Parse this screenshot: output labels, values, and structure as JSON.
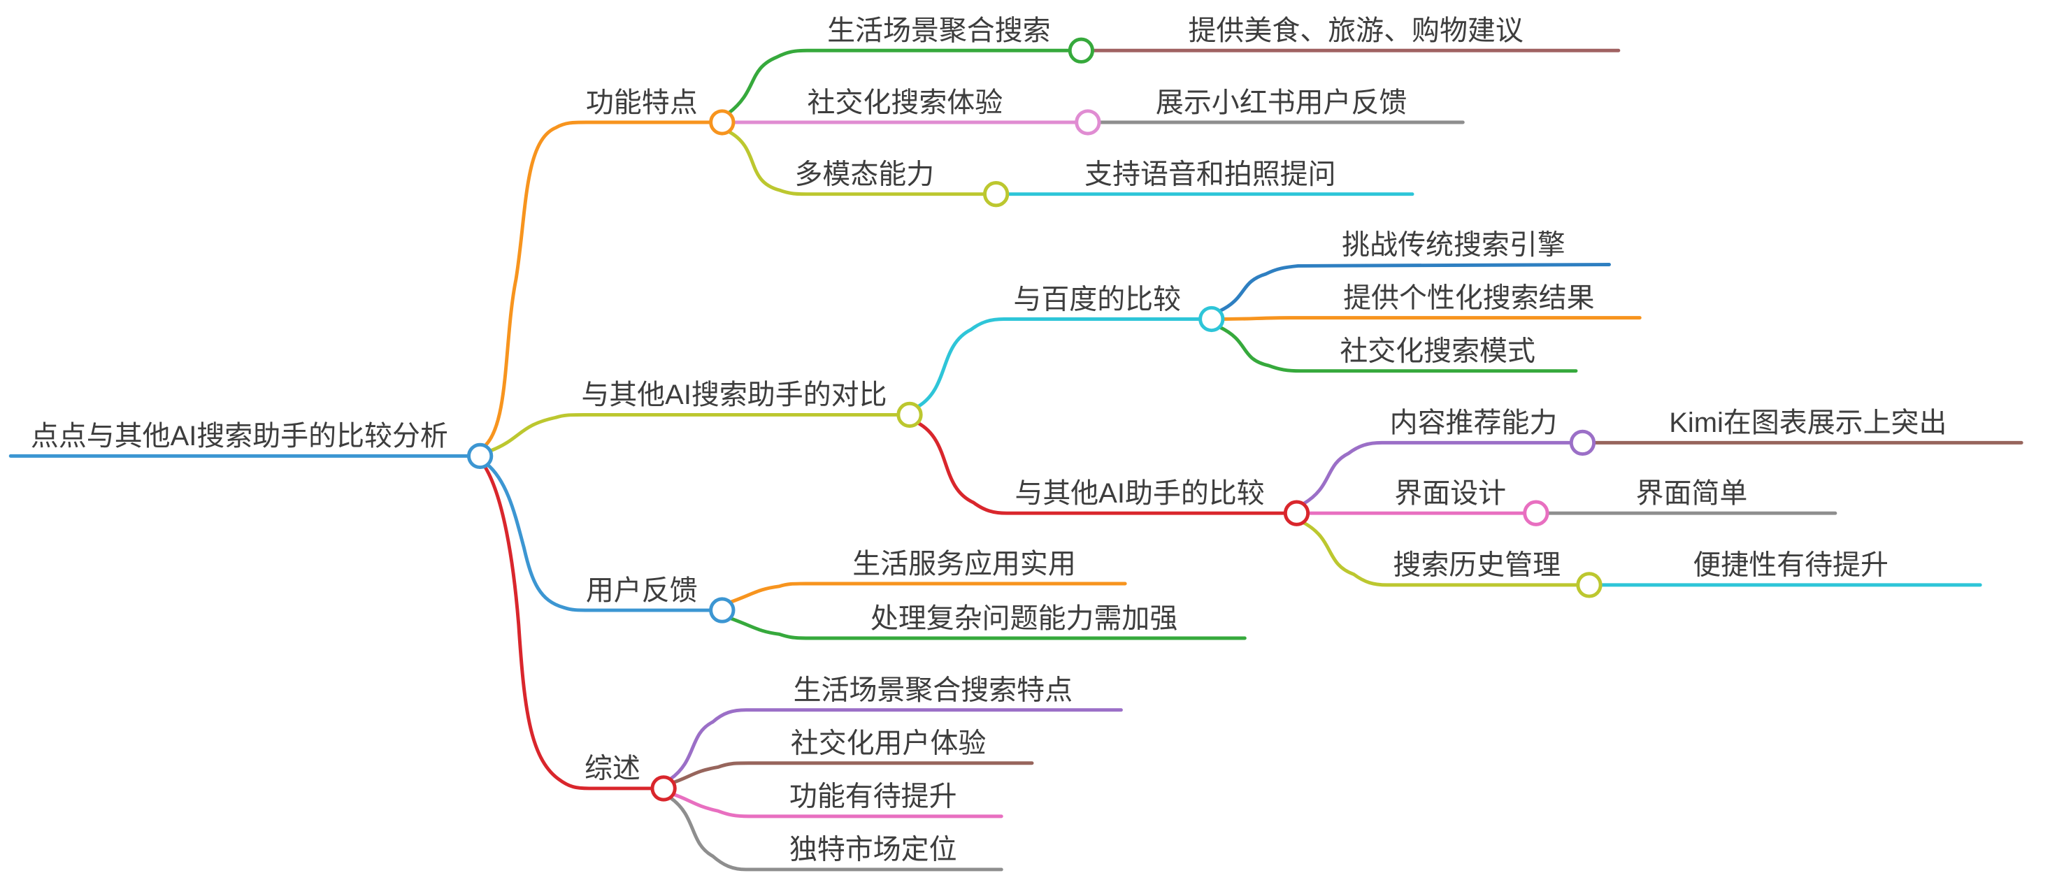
{
  "canvas": {
    "background": "#FFFFFF"
  },
  "palette": {
    "blue": "#3C96D2",
    "dark_blue": "#2E7FC1",
    "orange": "#F7941E",
    "green": "#36A93C",
    "pink": "#E08CD2",
    "magenta": "#E86FC0",
    "yellow_green": "#BCC72F",
    "cyan": "#2EC5D8",
    "red": "#D9262C",
    "purple": "#9B6FC7",
    "maroon": "#A06262",
    "brown": "#97655C",
    "gray": "#8E8E8E",
    "text": "#3D3D3D"
  },
  "tree": {
    "label": "点点与其他AI搜索助手的比较分析",
    "color": "#3C96D2",
    "children": [
      {
        "label": "功能特点",
        "color": "#F7941E",
        "children": [
          {
            "label": "生活场景聚合搜索",
            "color": "#36A93C",
            "children": [
              {
                "label": "提供美食、旅游、购物建议",
                "color": "#A06262",
                "children": []
              }
            ]
          },
          {
            "label": "社交化搜索体验",
            "color": "#E08CD2",
            "children": [
              {
                "label": "展示小红书用户反馈",
                "color": "#8E8E8E",
                "children": []
              }
            ]
          },
          {
            "label": "多模态能力",
            "color": "#BCC72F",
            "children": [
              {
                "label": "支持语音和拍照提问",
                "color": "#2EC5D8",
                "children": []
              }
            ]
          }
        ]
      },
      {
        "label": "与其他AI搜索助手的对比",
        "color": "#BCC72F",
        "children": [
          {
            "label": "与百度的比较",
            "color": "#2EC5D8",
            "children": [
              {
                "label": "挑战传统搜索引擎",
                "color": "#2E7FC1",
                "children": []
              },
              {
                "label": "提供个性化搜索结果",
                "color": "#F7941E",
                "children": []
              },
              {
                "label": "社交化搜索模式",
                "color": "#36A93C",
                "children": []
              }
            ]
          },
          {
            "label": "与其他AI助手的比较",
            "color": "#D9262C",
            "children": [
              {
                "label": "内容推荐能力",
                "color": "#9B6FC7",
                "children": [
                  {
                    "label": "Kimi在图表展示上突出",
                    "color": "#97655C",
                    "children": []
                  }
                ]
              },
              {
                "label": "界面设计",
                "color": "#E86FC0",
                "children": [
                  {
                    "label": "界面简单",
                    "color": "#8E8E8E",
                    "children": []
                  }
                ]
              },
              {
                "label": "搜索历史管理",
                "color": "#BCC72F",
                "children": [
                  {
                    "label": "便捷性有待提升",
                    "color": "#2EC5D8",
                    "children": []
                  }
                ]
              }
            ]
          }
        ]
      },
      {
        "label": "用户反馈",
        "color": "#3C96D2",
        "children": [
          {
            "label": "生活服务应用实用",
            "color": "#F7941E",
            "children": []
          },
          {
            "label": "处理复杂问题能力需加强",
            "color": "#36A93C",
            "children": []
          }
        ]
      },
      {
        "label": "综述",
        "color": "#D9262C",
        "children": [
          {
            "label": "生活场景聚合搜索特点",
            "color": "#9B6FC7",
            "children": []
          },
          {
            "label": "社交化用户体验",
            "color": "#97655C",
            "children": []
          },
          {
            "label": "功能有待提升",
            "color": "#E86FC0",
            "children": []
          },
          {
            "label": "独特市场定位",
            "color": "#8E8E8E",
            "children": []
          }
        ]
      }
    ]
  }
}
